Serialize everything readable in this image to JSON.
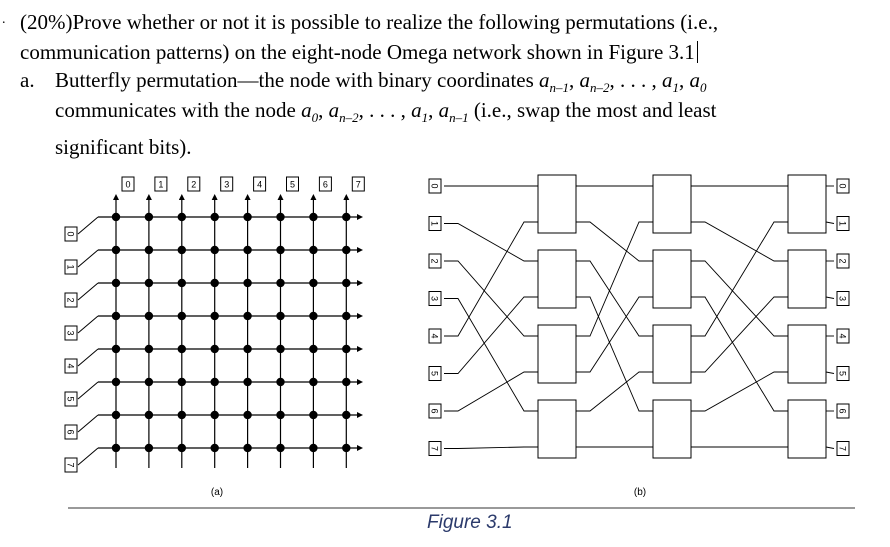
{
  "problem": {
    "bullet": ".",
    "line1": "(20%)Prove whether or not it is possible to realize the following permutations (i.e.,",
    "line2": "communication patterns) on the eight-node Omega network shown in Figure 3.1",
    "part_label": "a.",
    "part_a_line1_text": "Butterfly permutation—the node with binary coordinates ",
    "part_a_line2_text": "communicates with the node ",
    "part_a_line2_tail": " (i.e., swap the most and least",
    "part_a_line3": "significant bits).",
    "coords": {
      "a": "a",
      "n1": "n–1",
      "n2": "n–2",
      "one": "1",
      "zero": "0",
      "sep": ", ",
      "dots": ", . . . , "
    }
  },
  "figure": {
    "crossbar_top_labels": [
      "0",
      "1",
      "2",
      "3",
      "4",
      "5",
      "6",
      "7"
    ],
    "crossbar_left_labels": [
      "0",
      "1",
      "2",
      "3",
      "4",
      "5",
      "6",
      "7"
    ],
    "omega_left_labels": [
      "0",
      "1",
      "2",
      "3",
      "4",
      "5",
      "6",
      "7"
    ],
    "omega_right_labels": [
      "0",
      "1",
      "2",
      "3",
      "4",
      "5",
      "6",
      "7"
    ],
    "sub_a": "(a)",
    "sub_b": "(b)",
    "caption": "Figure 3.1"
  }
}
